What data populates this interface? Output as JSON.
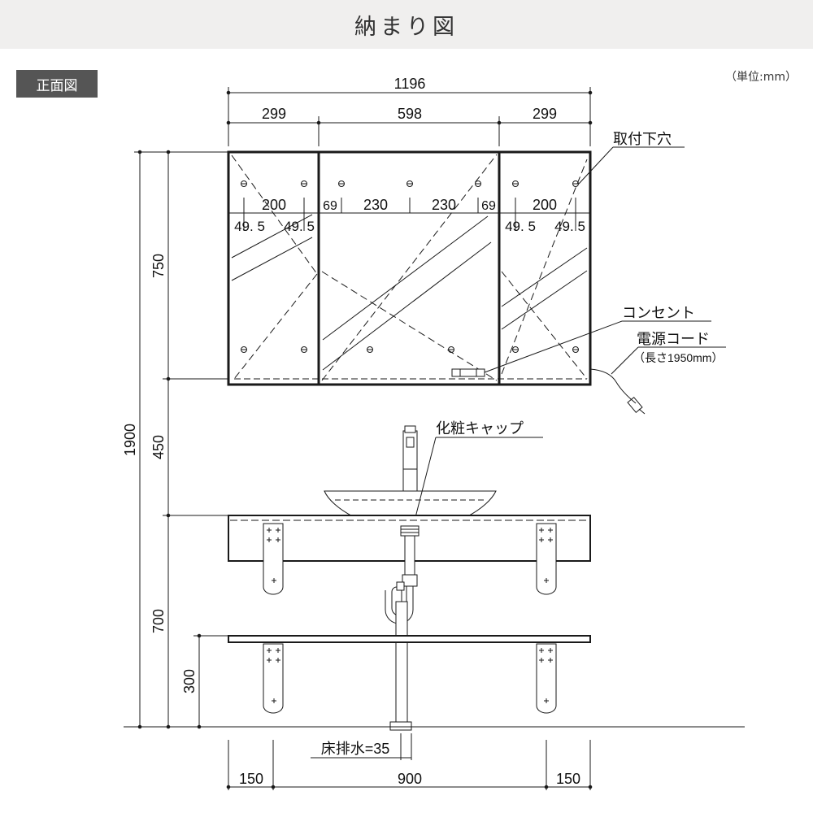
{
  "header": {
    "title": "納まり図"
  },
  "view": {
    "label": "正面図"
  },
  "unit": "（単位:mm）",
  "colors": {
    "line": "#1a1a1a",
    "header_bg": "#f0efee",
    "badge_bg": "#555555"
  },
  "dimensions": {
    "top_overall": "1196",
    "top_left": "299",
    "top_center": "598",
    "top_right": "299",
    "left_total": "1900",
    "cabinet_height": "750",
    "gap_height": "450",
    "vanity_height": "700",
    "shelf_height": "300",
    "hole_left_span": "200",
    "hole_center_edge_left": "69",
    "hole_center_span_left": "230",
    "hole_center_span_right": "230",
    "hole_center_edge_right": "69",
    "hole_right_span": "200",
    "left_side_a": "49. 5",
    "left_side_b": "49. 5",
    "right_side_a": "49. 5",
    "right_side_b": "49. 5",
    "bottom_left": "150",
    "bottom_center": "900",
    "bottom_right": "150"
  },
  "callouts": {
    "mounting_holes": "取付下穴",
    "outlet": "コンセント",
    "power_cord": "電源コード",
    "cord_length": "（長さ1950mm）",
    "vanity_cap": "化粧キャップ",
    "floor_drain": "床排水=35"
  }
}
